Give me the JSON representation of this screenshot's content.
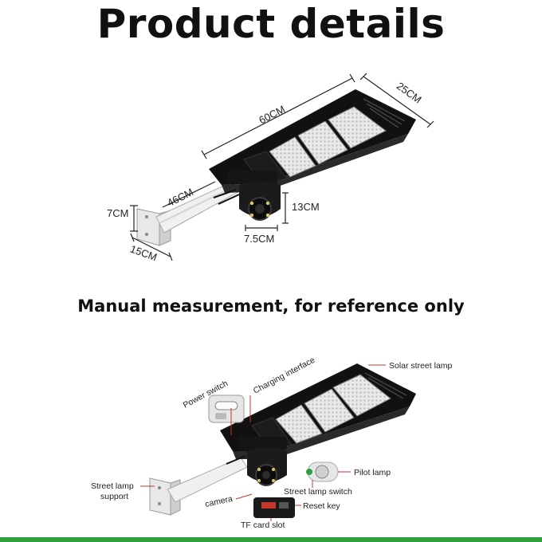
{
  "title": "Product details",
  "subtitle": "Manual measurement, for reference only",
  "dimensions": {
    "length": "60CM",
    "width": "25CM",
    "arm_length": "46CM",
    "bracket_height": "7CM",
    "bracket_width": "15CM",
    "camera_height": "13CM",
    "camera_width": "7.5CM"
  },
  "labels": {
    "solar_street_lamp": "Solar street lamp",
    "charging_interface": "Charging interface",
    "power_switch": "Power switch",
    "pilot_lamp": "Pilot lamp",
    "street_lamp_switch": "Street lamp switch",
    "street_lamp_support_line1": "Street lamp",
    "street_lamp_support_line2": "support",
    "camera": "camera",
    "reset_key": "Reset key",
    "tf_card_slot": "TF card slot"
  },
  "colors": {
    "accent_bar": "#2e9e3e",
    "leader_line": "#c0392b",
    "lamp_body": "#111111"
  }
}
